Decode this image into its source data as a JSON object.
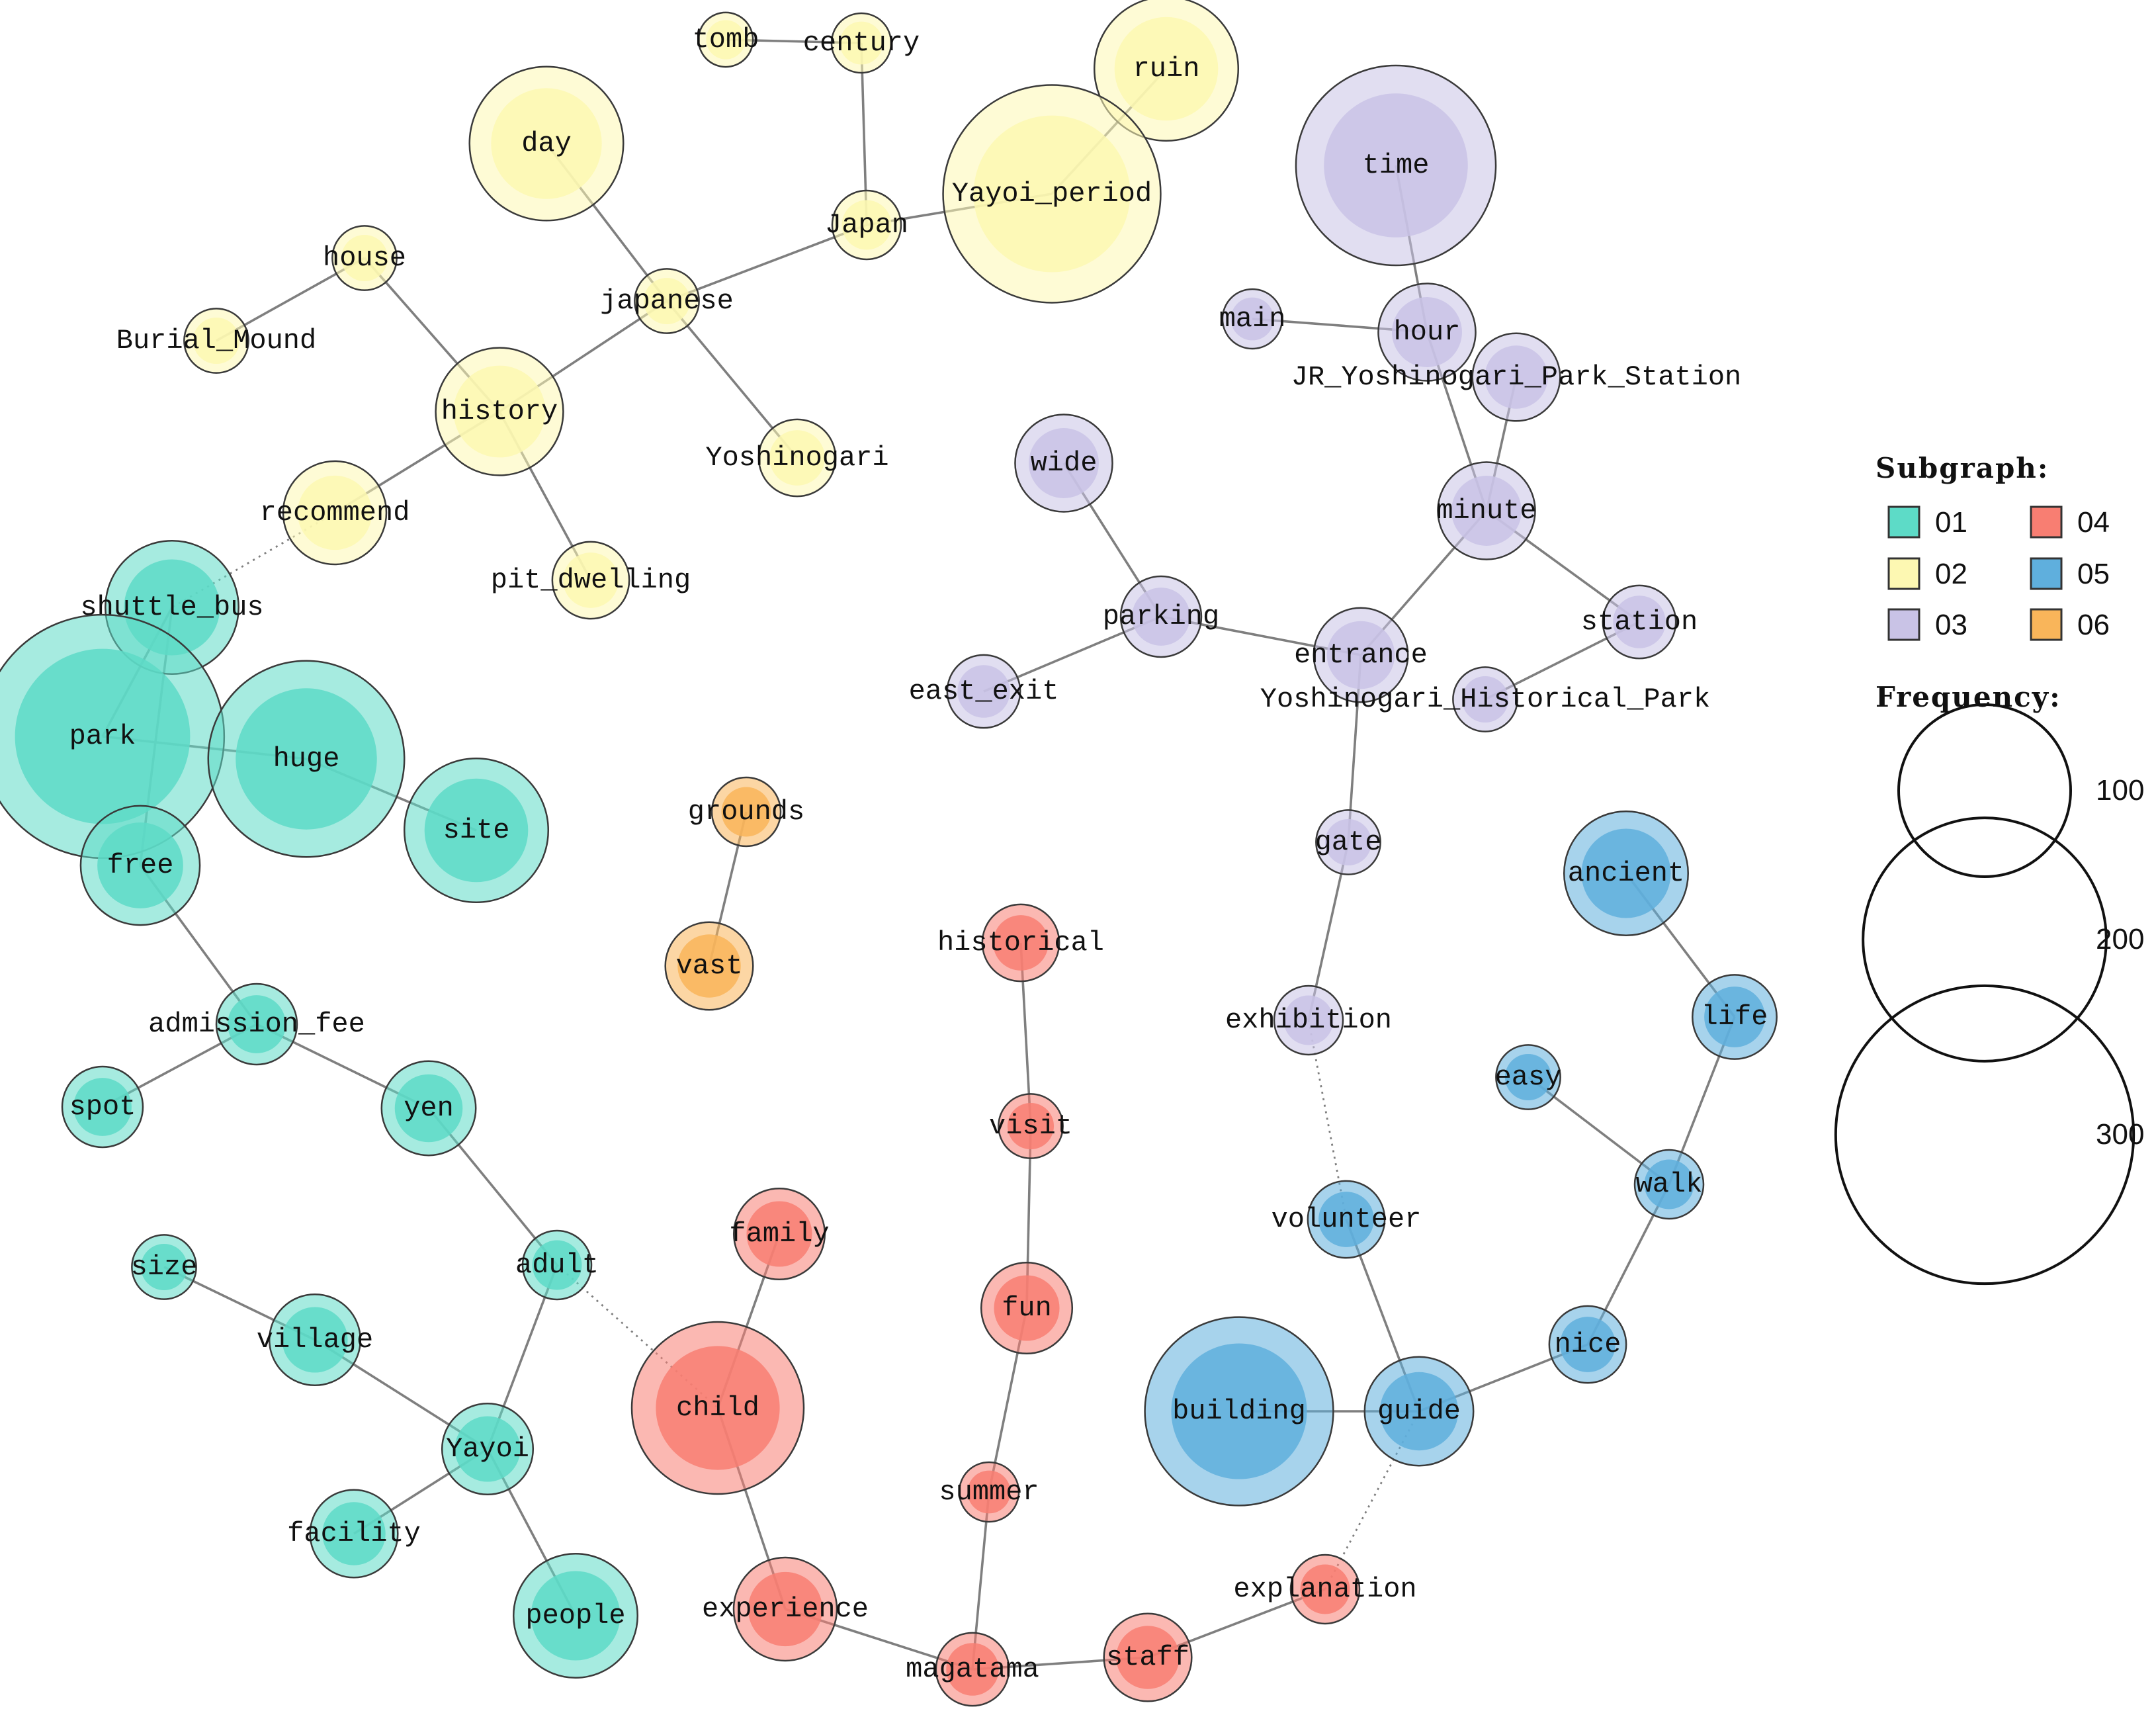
{
  "legend": {
    "subgraph_title": "Subgraph:",
    "frequency_title": "Frequency:",
    "groups": [
      {
        "id": "01",
        "label": "01",
        "color": "#5ddbc7"
      },
      {
        "id": "02",
        "label": "02",
        "color": "#fdf8b2"
      },
      {
        "id": "03",
        "label": "03",
        "color": "#c9c3e6"
      },
      {
        "id": "04",
        "label": "04",
        "color": "#f87e72"
      },
      {
        "id": "05",
        "label": "05",
        "color": "#5fafdd"
      },
      {
        "id": "06",
        "label": "06",
        "color": "#f9b55a"
      }
    ],
    "sizes": [
      {
        "value": 100,
        "label": "100"
      },
      {
        "value": 200,
        "label": "200"
      },
      {
        "value": 300,
        "label": "300"
      }
    ]
  },
  "nodes": [
    {
      "id": "tomb",
      "label": "tomb",
      "group": "02",
      "freq": 10
    },
    {
      "id": "century",
      "label": "century",
      "group": "02",
      "freq": 12
    },
    {
      "id": "ruin",
      "label": "ruin",
      "group": "02",
      "freq": 70
    },
    {
      "id": "day",
      "label": "day",
      "group": "02",
      "freq": 80
    },
    {
      "id": "Japan",
      "label": "Japan",
      "group": "02",
      "freq": 16
    },
    {
      "id": "Yayoi_period",
      "label": "Yayoi_period",
      "group": "02",
      "freq": 160
    },
    {
      "id": "house",
      "label": "house",
      "group": "02",
      "freq": 14
    },
    {
      "id": "japanese",
      "label": "japanese",
      "group": "02",
      "freq": 14
    },
    {
      "id": "Burial_Mound",
      "label": "Burial_Mound",
      "group": "02",
      "freq": 14
    },
    {
      "id": "history",
      "label": "history",
      "group": "02",
      "freq": 55
    },
    {
      "id": "Yoshinogari",
      "label": "Yoshinogari",
      "group": "02",
      "freq": 20
    },
    {
      "id": "recommend",
      "label": "recommend",
      "group": "02",
      "freq": 36
    },
    {
      "id": "pit_dwelling",
      "label": "pit_dwelling",
      "group": "02",
      "freq": 20
    },
    {
      "id": "time",
      "label": "time",
      "group": "03",
      "freq": 135
    },
    {
      "id": "main",
      "label": "main",
      "group": "03",
      "freq": 12
    },
    {
      "id": "hour",
      "label": "hour",
      "group": "03",
      "freq": 32
    },
    {
      "id": "JR_Yoshinogari_Park_Station",
      "label": "JR_Yoshinogari_Park_Station",
      "group": "03",
      "freq": 26
    },
    {
      "id": "wide",
      "label": "wide",
      "group": "03",
      "freq": 32
    },
    {
      "id": "minute",
      "label": "minute",
      "group": "03",
      "freq": 32
    },
    {
      "id": "parking",
      "label": "parking",
      "group": "03",
      "freq": 22
    },
    {
      "id": "station",
      "label": "station",
      "group": "03",
      "freq": 18
    },
    {
      "id": "entrance",
      "label": "entrance",
      "group": "03",
      "freq": 30
    },
    {
      "id": "east_exit",
      "label": "east_exit",
      "group": "03",
      "freq": 18
    },
    {
      "id": "Yoshinogari_Historical_Park",
      "label": "Yoshinogari_Historical_Park",
      "group": "03",
      "freq": 14
    },
    {
      "id": "gate",
      "label": "gate",
      "group": "03",
      "freq": 14
    },
    {
      "id": "exhibition",
      "label": "exhibition",
      "group": "03",
      "freq": 16
    },
    {
      "id": "shuttle_bus",
      "label": "shuttle_bus",
      "group": "01",
      "freq": 60
    },
    {
      "id": "park",
      "label": "park",
      "group": "01",
      "freq": 200
    },
    {
      "id": "huge",
      "label": "huge",
      "group": "01",
      "freq": 130
    },
    {
      "id": "site",
      "label": "site",
      "group": "01",
      "freq": 70
    },
    {
      "id": "free",
      "label": "free",
      "group": "01",
      "freq": 48
    },
    {
      "id": "admission_fee",
      "label": "admission_fee",
      "group": "01",
      "freq": 22
    },
    {
      "id": "spot",
      "label": "spot",
      "group": "01",
      "freq": 22
    },
    {
      "id": "yen",
      "label": "yen",
      "group": "01",
      "freq": 30
    },
    {
      "id": "adult",
      "label": "adult",
      "group": "01",
      "freq": 16
    },
    {
      "id": "size",
      "label": "size",
      "group": "01",
      "freq": 14
    },
    {
      "id": "village",
      "label": "village",
      "group": "01",
      "freq": 28
    },
    {
      "id": "Yayoi",
      "label": "Yayoi",
      "group": "01",
      "freq": 28
    },
    {
      "id": "facility",
      "label": "facility",
      "group": "01",
      "freq": 26
    },
    {
      "id": "people",
      "label": "people",
      "group": "01",
      "freq": 52
    },
    {
      "id": "grounds",
      "label": "grounds",
      "group": "06",
      "freq": 16
    },
    {
      "id": "vast",
      "label": "vast",
      "group": "06",
      "freq": 26
    },
    {
      "id": "historical",
      "label": "historical",
      "group": "04",
      "freq": 20
    },
    {
      "id": "visit",
      "label": "visit",
      "group": "04",
      "freq": 14
    },
    {
      "id": "family",
      "label": "family",
      "group": "04",
      "freq": 28
    },
    {
      "id": "fun",
      "label": "fun",
      "group": "04",
      "freq": 28
    },
    {
      "id": "child",
      "label": "child",
      "group": "04",
      "freq": 100
    },
    {
      "id": "summer",
      "label": "summer",
      "group": "04",
      "freq": 12
    },
    {
      "id": "experience",
      "label": "experience",
      "group": "04",
      "freq": 36
    },
    {
      "id": "magatama",
      "label": "magatama",
      "group": "04",
      "freq": 18
    },
    {
      "id": "staff",
      "label": "staff",
      "group": "04",
      "freq": 26
    },
    {
      "id": "explanation",
      "label": "explanation",
      "group": "04",
      "freq": 16
    },
    {
      "id": "ancient",
      "label": "ancient",
      "group": "05",
      "freq": 52
    },
    {
      "id": "life",
      "label": "life",
      "group": "05",
      "freq": 24
    },
    {
      "id": "easy",
      "label": "easy",
      "group": "05",
      "freq": 14
    },
    {
      "id": "walk",
      "label": "walk",
      "group": "05",
      "freq": 16
    },
    {
      "id": "volunteer",
      "label": "volunteer",
      "group": "05",
      "freq": 20
    },
    {
      "id": "nice",
      "label": "nice",
      "group": "05",
      "freq": 20
    },
    {
      "id": "building",
      "label": "building",
      "group": "05",
      "freq": 120
    },
    {
      "id": "guide",
      "label": "guide",
      "group": "05",
      "freq": 40
    }
  ],
  "edges": [
    {
      "source": "tomb",
      "target": "century",
      "style": "solid"
    },
    {
      "source": "century",
      "target": "Japan",
      "style": "solid"
    },
    {
      "source": "ruin",
      "target": "Yayoi_period",
      "style": "solid"
    },
    {
      "source": "Japan",
      "target": "Yayoi_period",
      "style": "solid"
    },
    {
      "source": "Japan",
      "target": "japanese",
      "style": "solid"
    },
    {
      "source": "day",
      "target": "japanese",
      "style": "solid"
    },
    {
      "source": "japanese",
      "target": "history",
      "style": "solid"
    },
    {
      "source": "japanese",
      "target": "Yoshinogari",
      "style": "solid"
    },
    {
      "source": "house",
      "target": "Burial_Mound",
      "style": "solid"
    },
    {
      "source": "house",
      "target": "history",
      "style": "solid"
    },
    {
      "source": "history",
      "target": "recommend",
      "style": "solid"
    },
    {
      "source": "history",
      "target": "pit_dwelling",
      "style": "solid"
    },
    {
      "source": "recommend",
      "target": "shuttle_bus",
      "style": "dotted"
    },
    {
      "source": "time",
      "target": "hour",
      "style": "solid"
    },
    {
      "source": "main",
      "target": "hour",
      "style": "solid"
    },
    {
      "source": "hour",
      "target": "minute",
      "style": "solid"
    },
    {
      "source": "JR_Yoshinogari_Park_Station",
      "target": "minute",
      "style": "solid"
    },
    {
      "source": "minute",
      "target": "entrance",
      "style": "solid"
    },
    {
      "source": "minute",
      "target": "station",
      "style": "solid"
    },
    {
      "source": "station",
      "target": "Yoshinogari_Historical_Park",
      "style": "solid"
    },
    {
      "source": "wide",
      "target": "parking",
      "style": "solid"
    },
    {
      "source": "parking",
      "target": "east_exit",
      "style": "solid"
    },
    {
      "source": "parking",
      "target": "entrance",
      "style": "solid"
    },
    {
      "source": "entrance",
      "target": "gate",
      "style": "solid"
    },
    {
      "source": "gate",
      "target": "exhibition",
      "style": "solid"
    },
    {
      "source": "exhibition",
      "target": "volunteer",
      "style": "dotted"
    },
    {
      "source": "shuttle_bus",
      "target": "park",
      "style": "solid"
    },
    {
      "source": "shuttle_bus",
      "target": "free",
      "style": "solid"
    },
    {
      "source": "park",
      "target": "huge",
      "style": "solid"
    },
    {
      "source": "huge",
      "target": "site",
      "style": "solid"
    },
    {
      "source": "free",
      "target": "admission_fee",
      "style": "solid"
    },
    {
      "source": "admission_fee",
      "target": "spot",
      "style": "solid"
    },
    {
      "source": "admission_fee",
      "target": "yen",
      "style": "solid"
    },
    {
      "source": "yen",
      "target": "adult",
      "style": "solid"
    },
    {
      "source": "adult",
      "target": "Yayoi",
      "style": "solid"
    },
    {
      "source": "adult",
      "target": "child",
      "style": "dotted"
    },
    {
      "source": "size",
      "target": "village",
      "style": "solid"
    },
    {
      "source": "village",
      "target": "Yayoi",
      "style": "solid"
    },
    {
      "source": "Yayoi",
      "target": "facility",
      "style": "solid"
    },
    {
      "source": "Yayoi",
      "target": "people",
      "style": "solid"
    },
    {
      "source": "grounds",
      "target": "vast",
      "style": "solid"
    },
    {
      "source": "historical",
      "target": "visit",
      "style": "solid"
    },
    {
      "source": "visit",
      "target": "fun",
      "style": "solid"
    },
    {
      "source": "fun",
      "target": "summer",
      "style": "solid"
    },
    {
      "source": "summer",
      "target": "magatama",
      "style": "solid"
    },
    {
      "source": "family",
      "target": "child",
      "style": "solid"
    },
    {
      "source": "child",
      "target": "experience",
      "style": "solid"
    },
    {
      "source": "experience",
      "target": "magatama",
      "style": "solid"
    },
    {
      "source": "magatama",
      "target": "staff",
      "style": "solid"
    },
    {
      "source": "staff",
      "target": "explanation",
      "style": "solid"
    },
    {
      "source": "explanation",
      "target": "guide",
      "style": "dotted"
    },
    {
      "source": "ancient",
      "target": "life",
      "style": "solid"
    },
    {
      "source": "life",
      "target": "walk",
      "style": "solid"
    },
    {
      "source": "easy",
      "target": "walk",
      "style": "solid"
    },
    {
      "source": "walk",
      "target": "nice",
      "style": "solid"
    },
    {
      "source": "nice",
      "target": "guide",
      "style": "solid"
    },
    {
      "source": "volunteer",
      "target": "guide",
      "style": "solid"
    },
    {
      "source": "building",
      "target": "guide",
      "style": "solid"
    }
  ]
}
